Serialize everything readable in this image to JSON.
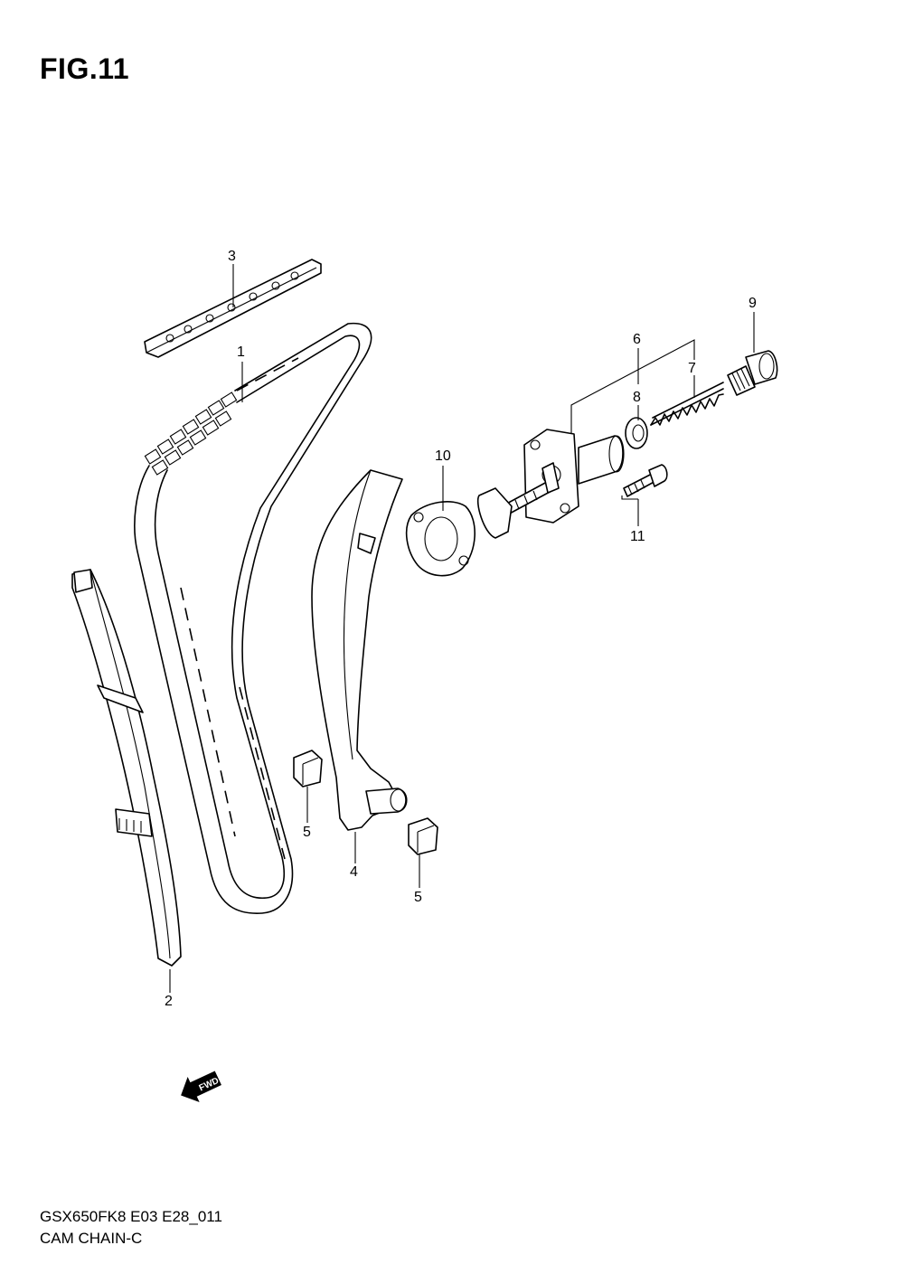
{
  "figure": {
    "title": "FIG.11"
  },
  "callouts": [
    {
      "id": "1",
      "label": "1"
    },
    {
      "id": "2",
      "label": "2"
    },
    {
      "id": "3",
      "label": "3"
    },
    {
      "id": "4",
      "label": "4"
    },
    {
      "id": "5a",
      "label": "5"
    },
    {
      "id": "5b",
      "label": "5"
    },
    {
      "id": "6",
      "label": "6"
    },
    {
      "id": "7",
      "label": "7"
    },
    {
      "id": "8",
      "label": "8"
    },
    {
      "id": "9",
      "label": "9"
    },
    {
      "id": "10",
      "label": "10"
    },
    {
      "id": "11",
      "label": "11"
    }
  ],
  "direction_arrow": {
    "label": "FWD",
    "icon": "forward-arrow-icon"
  },
  "footer": {
    "code": "GSX650FK8 E03 E28_011",
    "caption": "CAM CHAIN-C"
  }
}
